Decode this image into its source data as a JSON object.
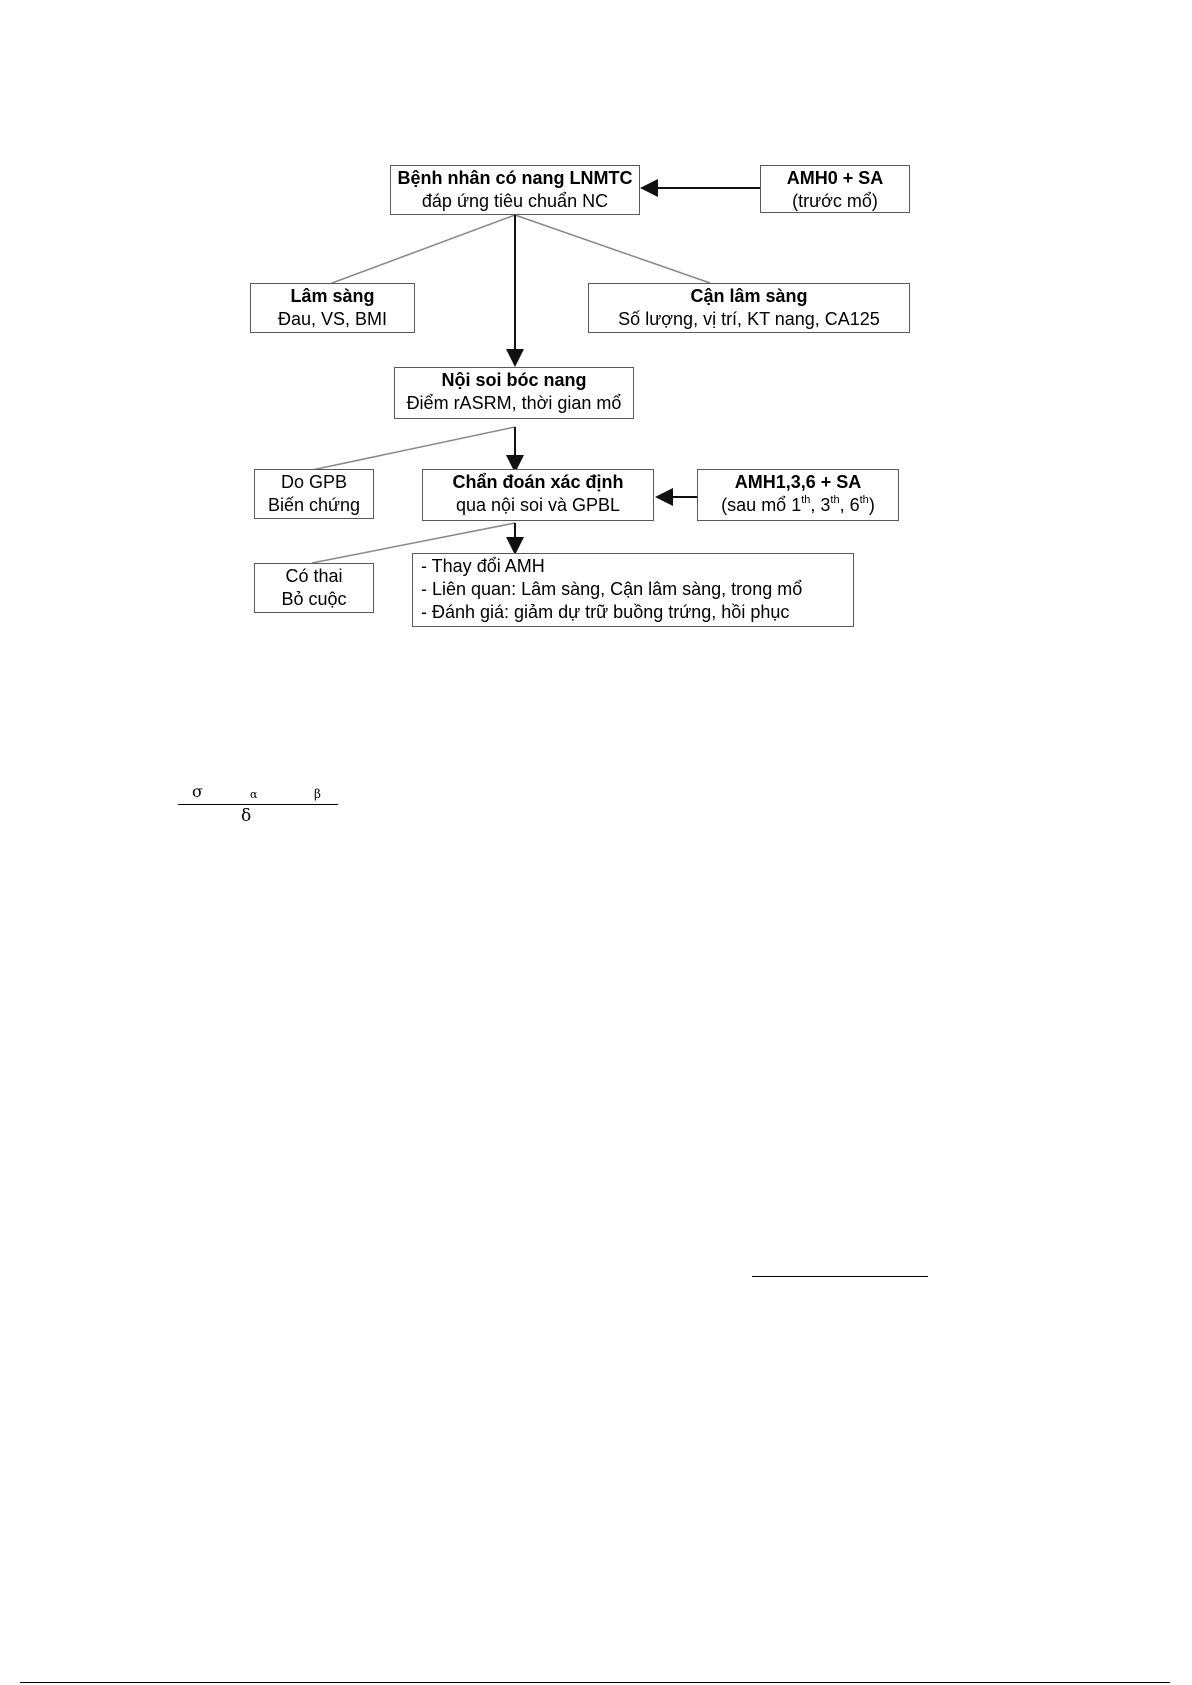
{
  "flowchart": {
    "patient": {
      "title": "Bệnh nhân có nang LNMTC",
      "sub": "đáp ứng tiêu chuẩn NC"
    },
    "amh0": {
      "title": "AMH0 + SA",
      "sub": "(trước mổ)"
    },
    "clinical": {
      "title": "Lâm sàng",
      "sub": "Đau, VS, BMI"
    },
    "paraclinical": {
      "title": "Cận lâm sàng",
      "sub": "Số lượng, vị trí, KT nang, CA125"
    },
    "surgery": {
      "title": "Nội soi bóc nang",
      "sub": "Điểm rASRM, thời gian mổ"
    },
    "exclude_gpb": {
      "line1": "Do GPB",
      "line2": "Biến chứng"
    },
    "diagnosis": {
      "title": "Chẩn đoán xác định",
      "sub": "qua nội soi và GPBL"
    },
    "amh_post": {
      "title": "AMH1,3,6 + SA",
      "sub_prefix": "(sau mổ 1",
      "sup1": "th",
      "sep1": ", 3",
      "sup2": "th",
      "sep2": ", 6",
      "sup3": "th",
      "sub_suffix": ")"
    },
    "exclude_pregnant": {
      "line1": "Có thai",
      "line2": "Bỏ cuộc"
    },
    "outcomes": [
      "- Thay đổi AMH",
      "- Liên quan: Lâm sàng, Cận lâm sàng, trong mổ",
      "- Đánh giá: giảm dự trữ buồng trứng, hồi phục"
    ]
  },
  "formula": {
    "sigma": "σ",
    "alpha": "α",
    "beta": "β",
    "delta": "δ"
  }
}
